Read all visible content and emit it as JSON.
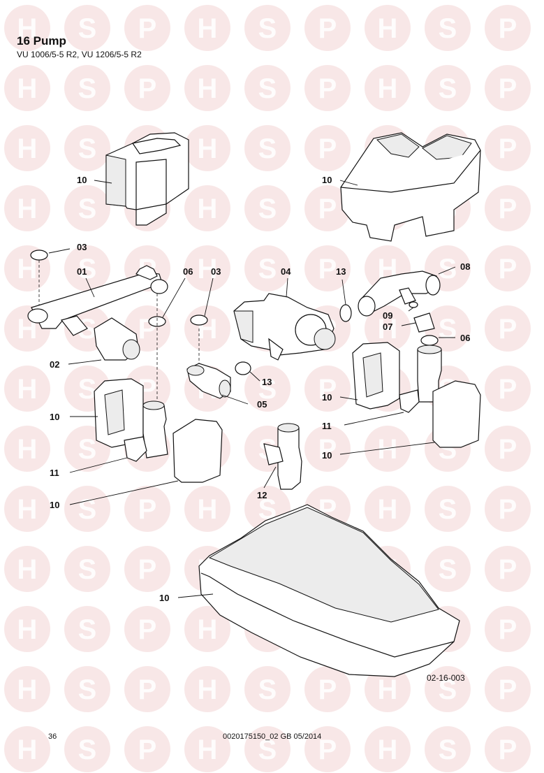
{
  "header": {
    "title": "16 Pump",
    "subtitle": "VU 1006/5-5 R2, VU 1206/5-5 R2"
  },
  "diagram": {
    "figure_code": "02-16-003",
    "callouts": [
      "10",
      "10",
      "03",
      "01",
      "06",
      "03",
      "04",
      "13",
      "08",
      "09",
      "07",
      "06",
      "02",
      "13",
      "05",
      "10",
      "10",
      "11",
      "11",
      "10",
      "12",
      "10",
      "10"
    ]
  },
  "footer": {
    "page_number": "36",
    "document_id": "0020175150_02 GB 05/2014"
  },
  "watermark": {
    "letters": [
      "H",
      "S",
      "P"
    ],
    "color": "#f2d3d3"
  }
}
